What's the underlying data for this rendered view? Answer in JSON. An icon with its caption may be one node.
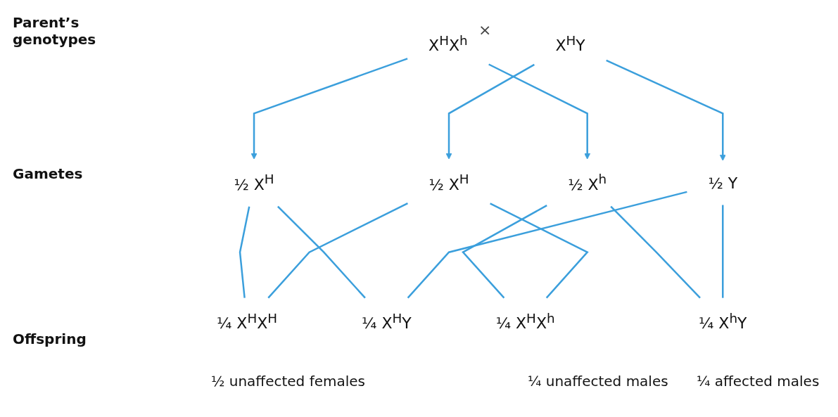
{
  "diagram": {
    "nodes": [
      {
        "text": [
          "X$^{H}$X$^{h}$"
        ]
      },
      {
        "text": [
          "X$^{H}$Y"
        ]
      },
      {
        "text": [
          "½ X$^{H}$"
        ]
      },
      {
        "text": [
          "½ X$^{h}$"
        ]
      },
      {
        "text": [
          "½ X$^{H}$"
        ]
      },
      {
        "text": [
          "½ Y"
        ]
      },
      {
        "text": [
          "¼ X$^{H}$X$^{H}$"
        ]
      },
      {
        "text": [
          "¼ X$^{H}$X$^{h}$"
        ]
      },
      {
        "text": [
          "¼ X$^{H}$Y"
        ]
      },
      {
        "text": [
          "¼ X$^{h}$Y"
        ]
      }
    ],
    "edges": [
      {
        "from": 0,
        "to": 2,
        "arrow": "to"
      },
      {
        "from": 0,
        "to": 3,
        "arrow": "to"
      },
      {
        "from": 1,
        "to": 4,
        "arrow": "to"
      },
      {
        "from": 1,
        "to": 5,
        "arrow": "to"
      },
      {
        "from": 2,
        "to": 6,
        "arrow": "none"
      },
      {
        "from": 2,
        "to": 8,
        "arrow": "none"
      },
      {
        "from": 3,
        "to": 7,
        "arrow": "none"
      },
      {
        "from": 3,
        "to": 9,
        "arrow": "none"
      },
      {
        "from": 4,
        "to": 6,
        "arrow": "none"
      },
      {
        "from": 4,
        "to": 7,
        "arrow": "none"
      },
      {
        "from": 5,
        "to": 8,
        "arrow": "none"
      },
      {
        "from": 5,
        "to": 9,
        "arrow": "none"
      }
    ],
    "labels": [
      "Parent’s genotypes",
      "×",
      "Gametes",
      "Offspring",
      "½ unaffected females",
      "¼ unaffected males",
      "¼ affected males"
    ]
  }
}
